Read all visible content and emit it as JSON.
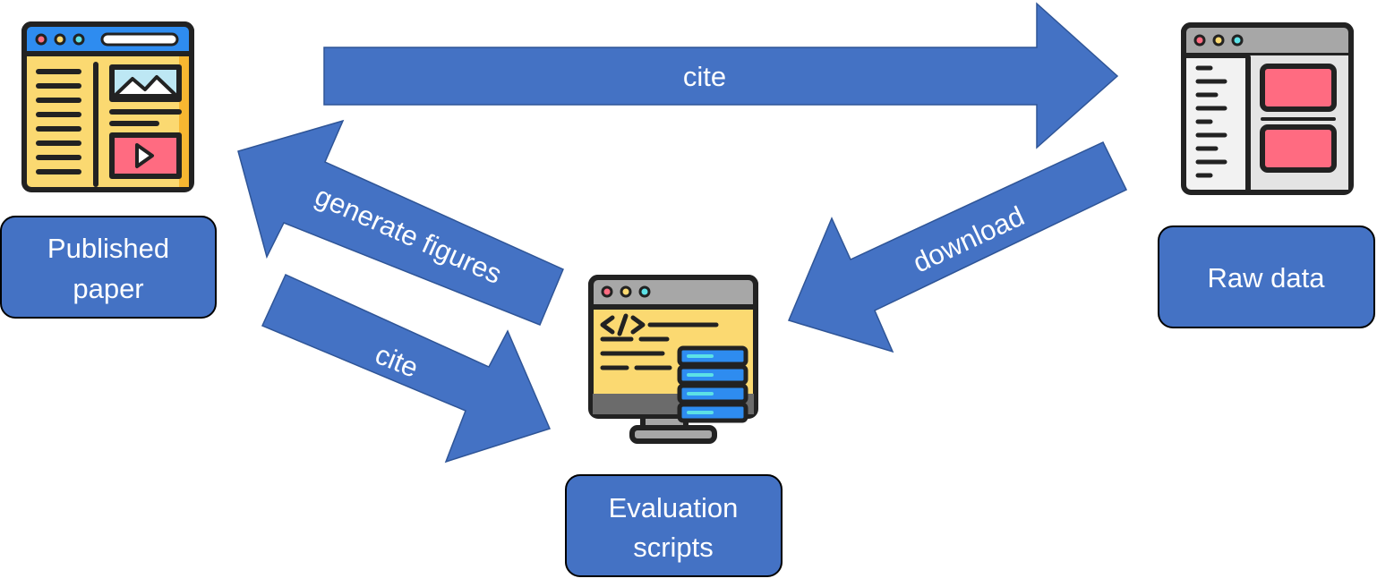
{
  "nodes": {
    "published_paper": {
      "line1": "Published",
      "line2": "paper"
    },
    "raw_data": {
      "line1": "Raw data"
    },
    "evaluation_scripts": {
      "line1": "Evaluation",
      "line2": "scripts"
    }
  },
  "edges": {
    "cite_top": "cite",
    "download": "download",
    "generate_figures": "generate figures",
    "cite_bottom": "cite"
  },
  "icons": {
    "published_paper": "webpage-layout-icon",
    "raw_data": "data-window-icon",
    "evaluation_scripts": "code-monitor-server-icon"
  },
  "colors": {
    "box_fill": "#4472c4",
    "arrow_fill": "#4472c4",
    "label_text": "#ffffff"
  }
}
